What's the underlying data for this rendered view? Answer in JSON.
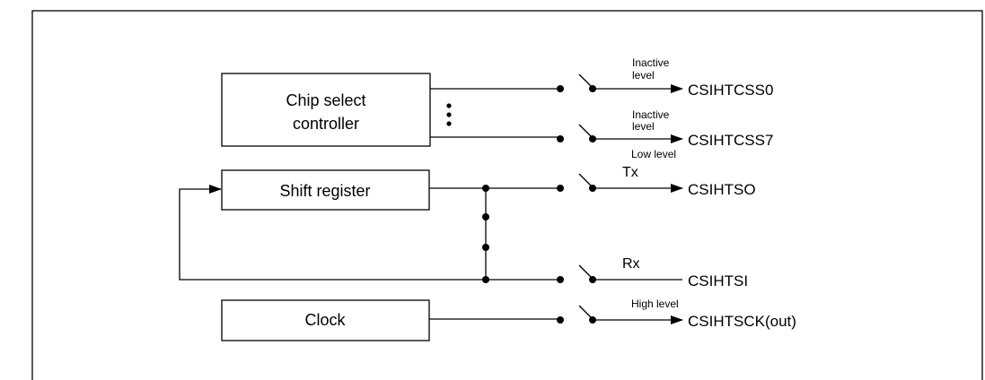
{
  "blocks": {
    "chip_select_line1": "Chip select",
    "chip_select_line2": "controller",
    "shift_register": "Shift register",
    "clock": "Clock"
  },
  "signals": {
    "cs0": "CSIHTCSS0",
    "cs7": "CSIHTCSS7",
    "so": "CSIHTSO",
    "si": "CSIHTSI",
    "sck": "CSIHTSCK(out)"
  },
  "annotations": {
    "inactive_level_1a": "Inactive",
    "inactive_level_1b": "level",
    "inactive_level_2a": "Inactive",
    "inactive_level_2b": "level",
    "low_level": "Low level",
    "tx": "Tx",
    "rx": "Rx",
    "high_level": "High level"
  }
}
